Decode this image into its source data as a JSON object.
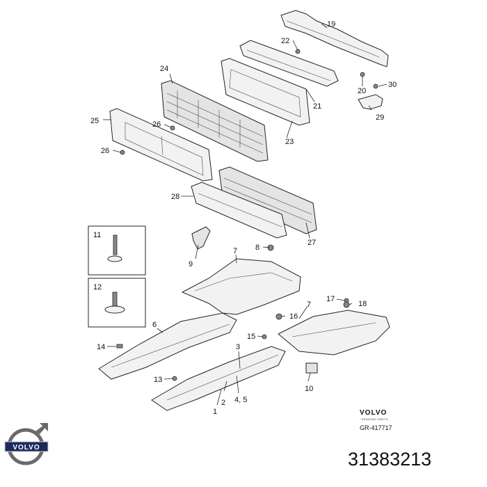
{
  "callouts": [
    {
      "id": "c1",
      "text": "1"
    },
    {
      "id": "c2",
      "text": "2"
    },
    {
      "id": "c3",
      "text": "3"
    },
    {
      "id": "c45",
      "text": "4, 5"
    },
    {
      "id": "c6",
      "text": "6"
    },
    {
      "id": "c7a",
      "text": "7"
    },
    {
      "id": "c7b",
      "text": "7"
    },
    {
      "id": "c8",
      "text": "8"
    },
    {
      "id": "c9",
      "text": "9"
    },
    {
      "id": "c10",
      "text": "10"
    },
    {
      "id": "c11",
      "text": "11"
    },
    {
      "id": "c12",
      "text": "12"
    },
    {
      "id": "c13",
      "text": "13"
    },
    {
      "id": "c14",
      "text": "14"
    },
    {
      "id": "c15",
      "text": "15"
    },
    {
      "id": "c16",
      "text": "16"
    },
    {
      "id": "c17",
      "text": "17"
    },
    {
      "id": "c18",
      "text": "18"
    },
    {
      "id": "c19",
      "text": "19"
    },
    {
      "id": "c20",
      "text": "20"
    },
    {
      "id": "c21",
      "text": "21"
    },
    {
      "id": "c22",
      "text": "22"
    },
    {
      "id": "c23",
      "text": "23"
    },
    {
      "id": "c24",
      "text": "24"
    },
    {
      "id": "c25",
      "text": "25"
    },
    {
      "id": "c26a",
      "text": "26"
    },
    {
      "id": "c26b",
      "text": "26"
    },
    {
      "id": "c27",
      "text": "27"
    },
    {
      "id": "c28",
      "text": "28"
    },
    {
      "id": "c29",
      "text": "29"
    },
    {
      "id": "c30",
      "text": "30"
    }
  ],
  "brand": {
    "name": "VOLVO",
    "subtitle": "GENUINE PARTS",
    "ref_code": "GR-417717"
  },
  "logo": {
    "text": "VOLVO",
    "icon": "volvo-logo-icon"
  },
  "part_number": "31383213",
  "colors": {
    "line": "#222222",
    "fill": "#f2f2f2",
    "background": "#ffffff"
  }
}
